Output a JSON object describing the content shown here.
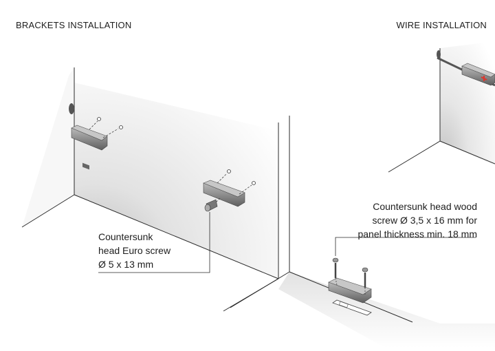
{
  "titles": {
    "brackets": "BRACKETS INSTALLATION",
    "wire": "WIRE INSTALLATION"
  },
  "captions": {
    "euro_screw": [
      "Countersunk",
      "head Euro screw",
      "Ø 5 x 13 mm"
    ],
    "wood_screw": [
      "Countersunk head wood",
      "screw Ø 3,5 x 16 mm for",
      "panel thickness min. 18 mm"
    ]
  },
  "colors": {
    "line": "#2a2a2a",
    "shade": "#cfcfcf",
    "bracket": "#8a8a8a",
    "accent": "#e0352b"
  }
}
